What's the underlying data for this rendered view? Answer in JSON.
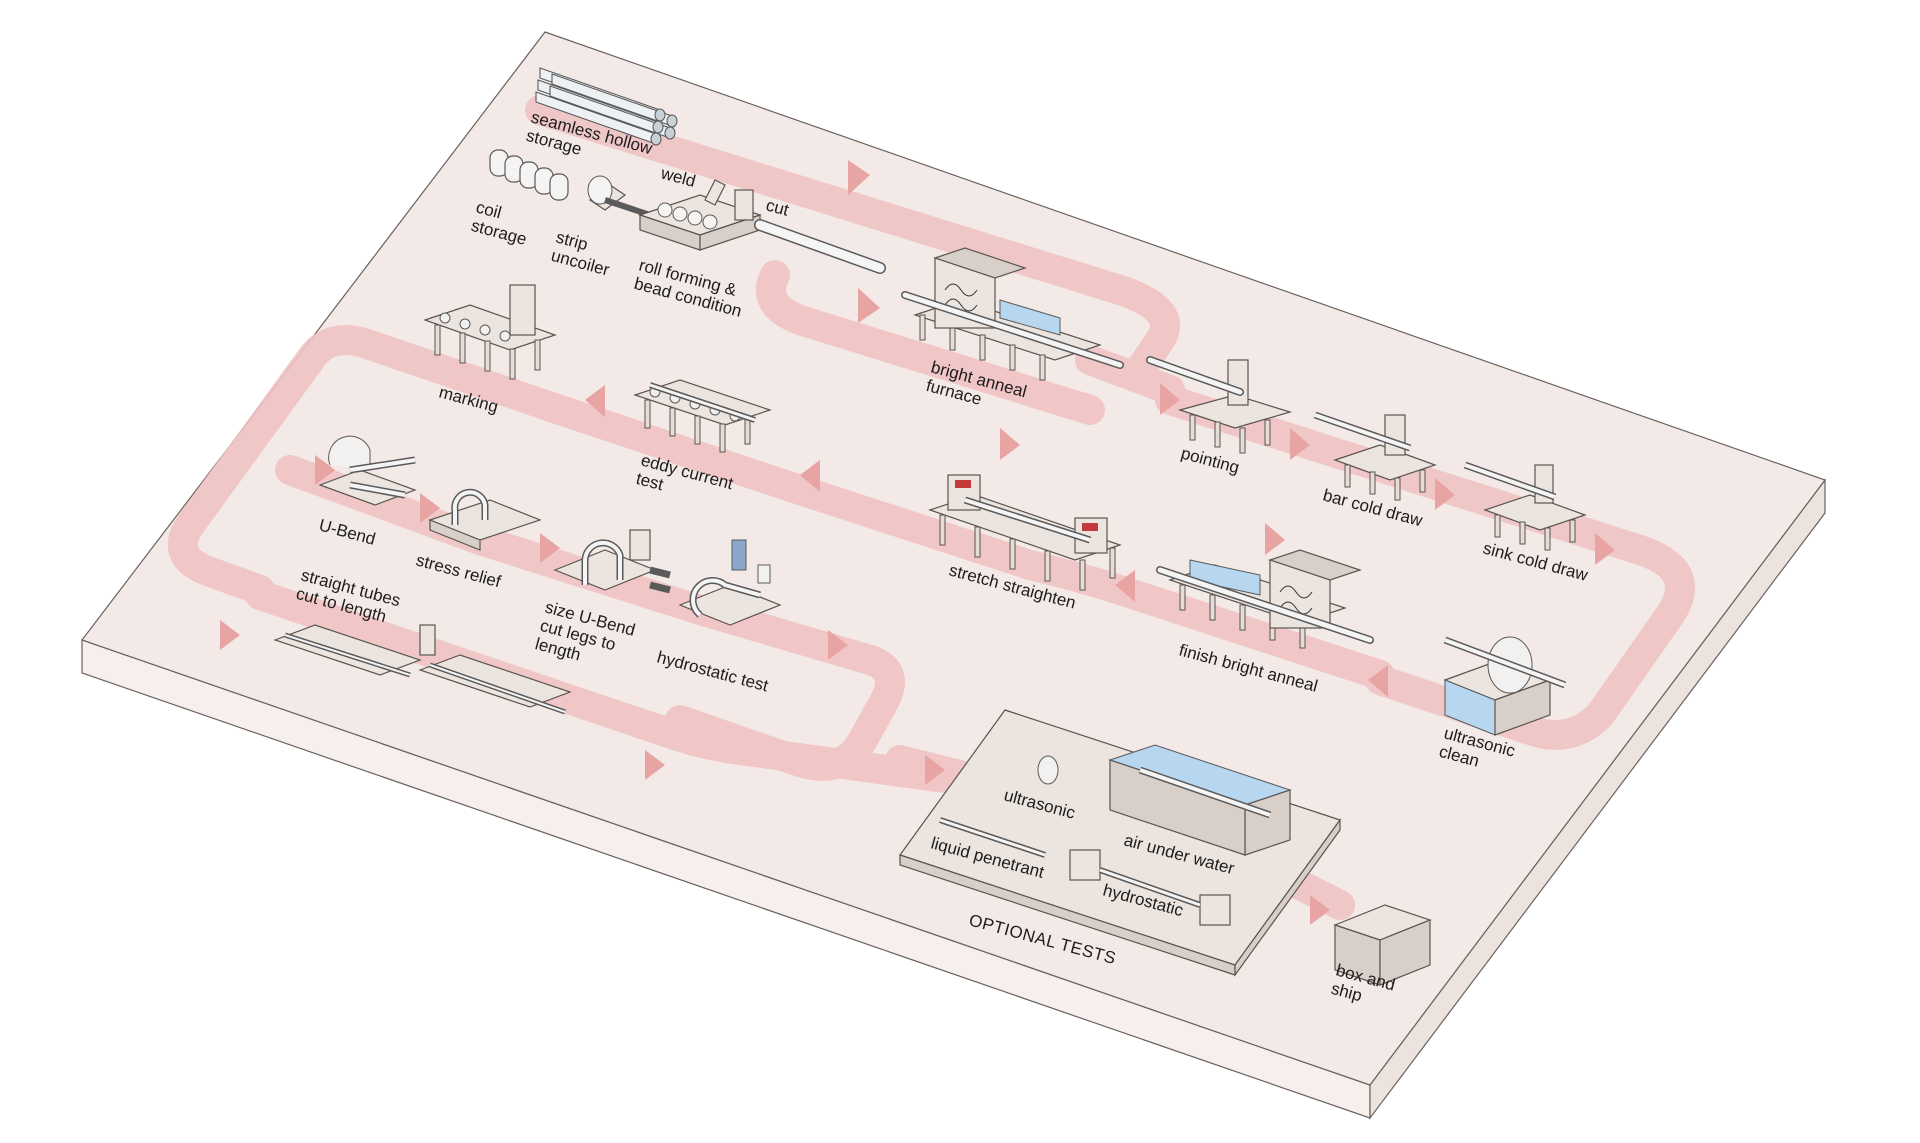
{
  "colors": {
    "board_top": "#f3e9e6",
    "board_side_front": "#f6efec",
    "board_side_right": "#ece2de",
    "flow_path": "#f0c0c0",
    "flow_arrow": "#e8a0a0",
    "machine": "#ece4de",
    "water": "#b7d6ef",
    "indicator_red": "#c43a3a"
  },
  "stations": {
    "seamless_hollow_storage": "seamless hollow\nstorage",
    "coil_storage": "coil\nstorage",
    "strip_uncoiler": "strip\nuncoiler",
    "weld": "weld",
    "cut": "cut",
    "roll_forming": "roll forming &\nbead condition",
    "bright_anneal_furnace": "bright anneal\nfurnace",
    "pointing": "pointing",
    "bar_cold_draw": "bar cold draw",
    "sink_cold_draw": "sink cold draw",
    "ultrasonic_clean": "ultrasonic\nclean",
    "finish_bright_anneal": "finish bright anneal",
    "stretch_straighten": "stretch straighten",
    "eddy_current_test": "eddy current\ntest",
    "marking": "marking",
    "u_bend": "U-Bend",
    "stress_relief": "stress relief",
    "size_u_bend": "size U-Bend\ncut legs to\nlength",
    "hydrostatic_test": "hydrostatic test",
    "straight_tubes": "straight tubes\ncut to length",
    "box_and_ship": "box and\nship"
  },
  "optional_tests": {
    "title": "OPTIONAL TESTS",
    "ultrasonic": "ultrasonic",
    "air_under_water": "air under water",
    "liquid_penetrant": "liquid penetrant",
    "hydrostatic": "hydrostatic"
  }
}
